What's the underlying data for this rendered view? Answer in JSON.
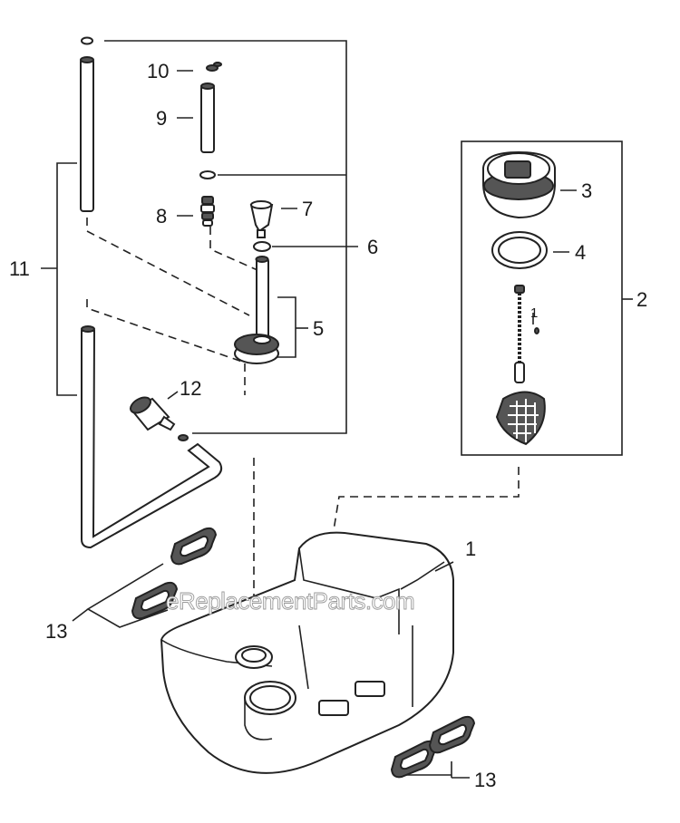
{
  "callouts": {
    "p1": "1",
    "p2": "2",
    "p3": "3",
    "p4": "4",
    "p5": "5",
    "p6": "6",
    "p7": "7",
    "p8": "8",
    "p9": "9",
    "p10": "10",
    "p11": "11",
    "p12": "12",
    "p13a": "13",
    "p13b": "13",
    "p1small": "1"
  },
  "watermark": "eReplacementParts.com",
  "colors": {
    "line": "#222222",
    "background": "#ffffff",
    "watermark_outline": "#9a9a9a"
  }
}
